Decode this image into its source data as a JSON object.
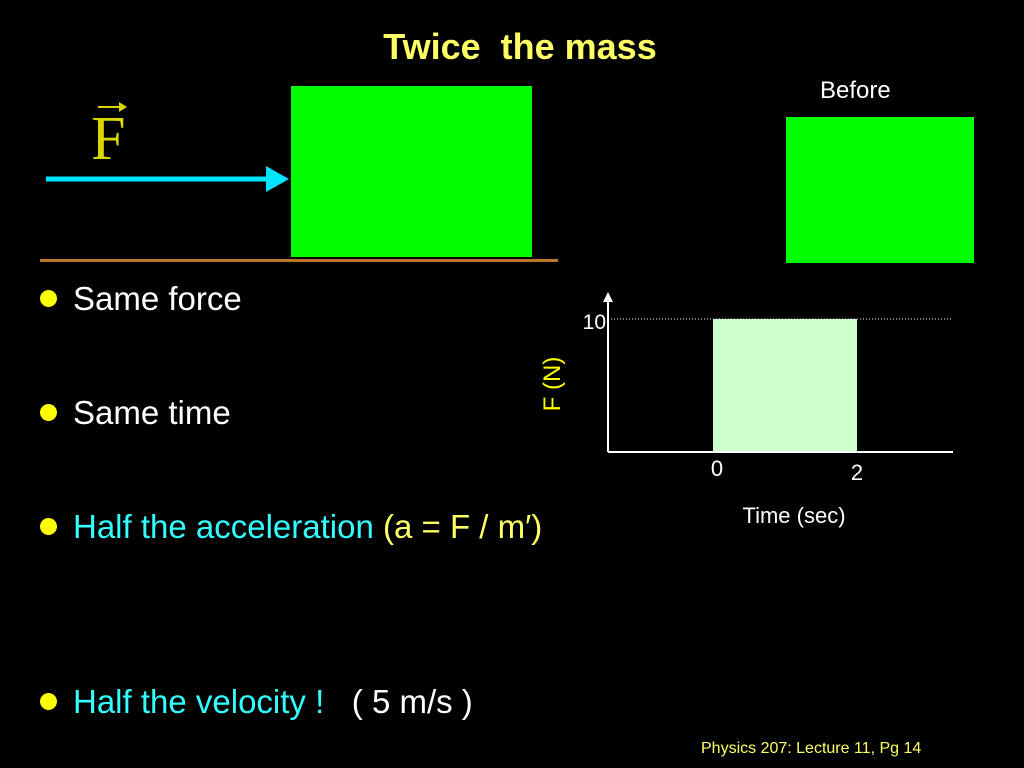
{
  "slide": {
    "title": "Twice  the mass",
    "before_label": "Before",
    "force_symbol": "F",
    "bullets": [
      {
        "text": "Same force"
      },
      {
        "text": "Same time"
      },
      {
        "text": "Half the acceleration",
        "extra": " (a = F / m′)"
      },
      {
        "text": "Half the velocity !",
        "extra": "   ( 5 m/s )"
      }
    ],
    "footer": "Physics 207: Lecture 11, Pg 14"
  },
  "colors": {
    "background": "#000000",
    "title": "#ffff66",
    "block": "#00ff00",
    "arrow": "#00e5ff",
    "highlight_text": "#33ffff",
    "graph_axis_label": "#ffff00",
    "pulse_fill": "#ccffcc",
    "ground": "#b8762a"
  },
  "chart_data": {
    "type": "area",
    "ylabel": "F (N)",
    "xlabel": "Time (sec)",
    "x_ticks": [
      "0",
      "2"
    ],
    "y_ticks": [
      "10"
    ],
    "pulse": {
      "x_start": 0,
      "x_end": 2,
      "value": 10
    },
    "grid": false,
    "reference_line": {
      "y": 10,
      "style": "dotted"
    }
  }
}
